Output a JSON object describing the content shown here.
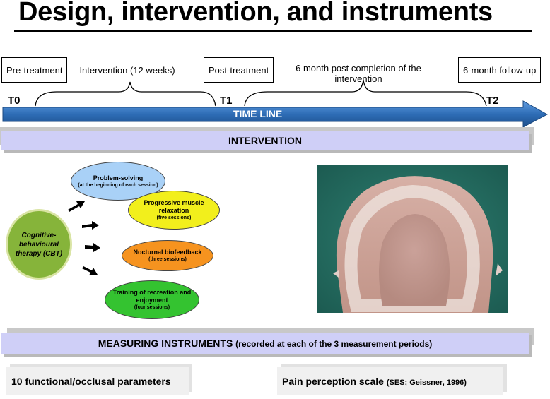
{
  "title": "Design, intervention, and instruments",
  "timeline": {
    "pre_label": "Pre-treatment",
    "intervention_label": "Intervention (12 weeks)",
    "post_label": "Post-treatment",
    "followup_period_label": "6 month post completion of the intervention",
    "followup_label": "6-month follow-up",
    "t0": "T0",
    "t1": "T1",
    "t2": "T2",
    "arrow_label": "TIME LINE"
  },
  "intervention": {
    "header": "INTERVENTION",
    "center": "Cognitive-behavioural therapy (CBT)",
    "components": [
      {
        "name": "Problem-solving",
        "detail": "(at the beginning of each session)",
        "color": "#a9d1f7"
      },
      {
        "name": "Progressive muscle relaxation",
        "detail": "(five sessions)",
        "color": "#f2ef1c"
      },
      {
        "name": "Nocturnal biofeedback",
        "detail": "(three sessions)",
        "color": "#f6931f"
      },
      {
        "name": "Training of recreation and enjoyment",
        "detail": "(four sessions)",
        "color": "#34c330"
      }
    ],
    "center_color": "#86b43a",
    "image_alt": "intraoral splint photo"
  },
  "measuring": {
    "header_bold": "MEASURING INSTRUMENTS",
    "header_rest": "(recorded at each of the 3 measurement periods)",
    "item1": "10 functional/occlusal parameters",
    "item2_bold": "Pain perception scale",
    "item2_rest": "(SES; Geissner, 1996)"
  },
  "colors": {
    "arrow": "#2e6db6",
    "label_bar": "#cfcff7"
  }
}
